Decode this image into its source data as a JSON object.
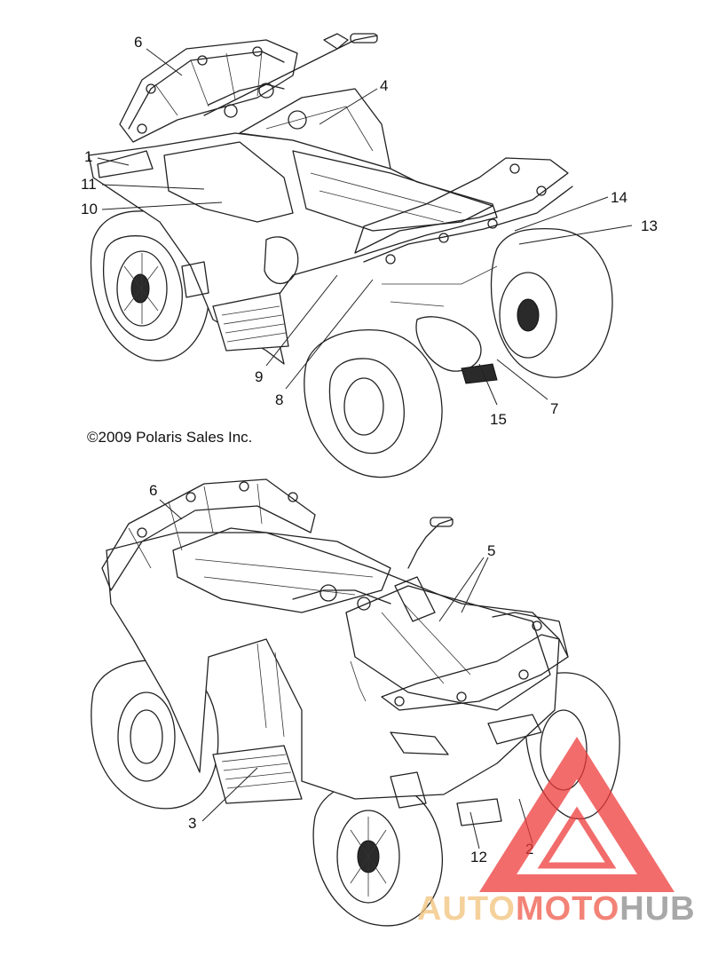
{
  "copyright": "©2009 Polaris Sales Inc.",
  "watermark": {
    "part1": "AUTO",
    "part2": "MOTO",
    "part3": "HUB",
    "color_auto": "#f2c27a",
    "color_moto": "#f05a4a",
    "color_hub": "#8c8c8c",
    "triangle_color": "#ee3b3b"
  },
  "top_view": {
    "callouts": [
      "6",
      "4",
      "1",
      "11",
      "10",
      "14",
      "13",
      "9",
      "8",
      "15",
      "7"
    ]
  },
  "bottom_view": {
    "callouts": [
      "6",
      "5",
      "3",
      "12",
      "2"
    ]
  }
}
